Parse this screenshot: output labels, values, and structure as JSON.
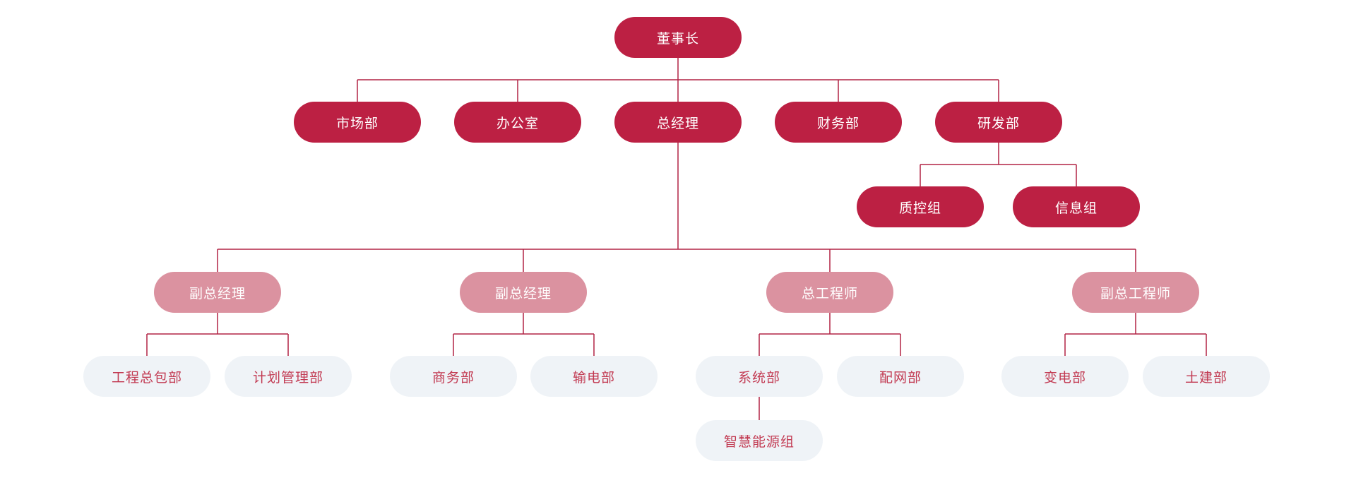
{
  "diagram_type": "org-chart",
  "colors": {
    "level1_bg": "#BC2043",
    "level1_text": "#FFFFFF",
    "level2_bg": "#BC2043",
    "level2_text": "#FFFFFF",
    "level3_bg": "#DB92A0",
    "level3_text": "#FFFFFF",
    "level4_bg": "#EFF3F7",
    "level4_text": "#C23A52",
    "connector_line": "#B22345",
    "background": "#FFFFFF"
  },
  "nodes": {
    "chairman": "董事长",
    "marketing": "市场部",
    "office": "办公室",
    "general_manager": "总经理",
    "finance": "财务部",
    "rnd": "研发部",
    "quality_control": "质控组",
    "information": "信息组",
    "deputy_gm_1": "副总经理",
    "deputy_gm_2": "副总经理",
    "chief_engineer": "总工程师",
    "deputy_chief_engineer": "副总工程师",
    "epc": "工程总包部",
    "planning": "计划管理部",
    "commerce": "商务部",
    "transmission": "输电部",
    "system": "系统部",
    "distribution": "配网部",
    "substation": "变电部",
    "civil": "土建部",
    "smart_energy": "智慧能源组"
  },
  "hierarchy": [
    {
      "parent": "董事长",
      "children": [
        "市场部",
        "办公室",
        "总经理",
        "财务部",
        "研发部"
      ]
    },
    {
      "parent": "研发部",
      "children": [
        "质控组",
        "信息组"
      ]
    },
    {
      "parent": "总经理",
      "children": [
        "副总经理",
        "副总经理",
        "总工程师",
        "副总工程师"
      ]
    },
    {
      "parent": "副总经理(1)",
      "children": [
        "工程总包部",
        "计划管理部"
      ]
    },
    {
      "parent": "副总经理(2)",
      "children": [
        "商务部",
        "输电部"
      ]
    },
    {
      "parent": "总工程师",
      "children": [
        "系统部",
        "配网部"
      ]
    },
    {
      "parent": "副总工程师",
      "children": [
        "变电部",
        "土建部"
      ]
    },
    {
      "parent": "系统部",
      "children": [
        "智慧能源组"
      ]
    }
  ]
}
